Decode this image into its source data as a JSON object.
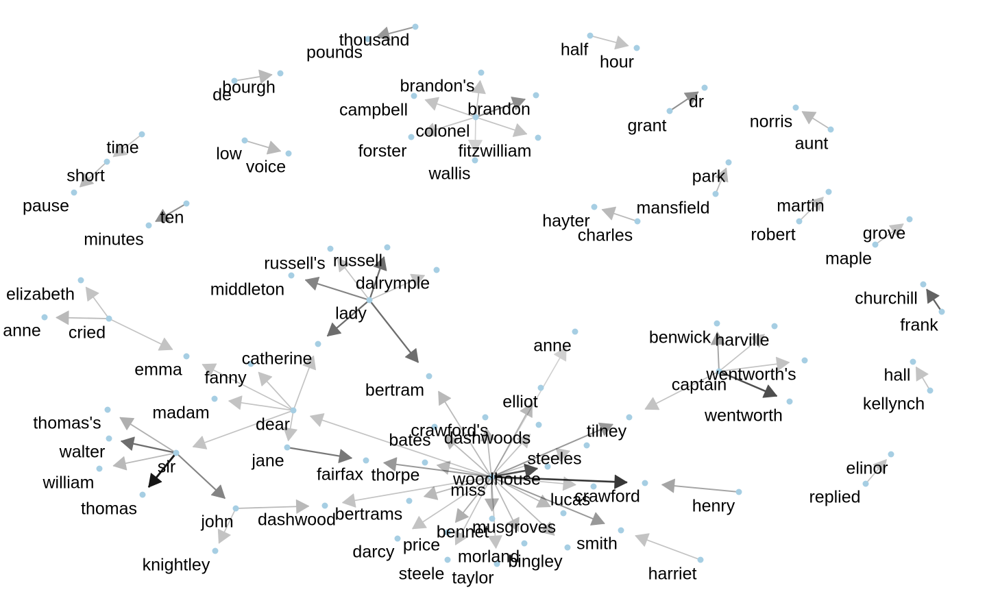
{
  "colors": {
    "background": "#ffffff",
    "edge": "#000000",
    "node": "#a6cee3",
    "label": "#000000"
  },
  "nodes": [
    {
      "id": "thousand",
      "label": "thousand"
    },
    {
      "id": "pounds",
      "label": "pounds"
    },
    {
      "id": "half",
      "label": "half"
    },
    {
      "id": "hour",
      "label": "hour"
    },
    {
      "id": "bourgh",
      "label": "bourgh"
    },
    {
      "id": "de",
      "label": "de"
    },
    {
      "id": "brandons",
      "label": "brandon's"
    },
    {
      "id": "brandon",
      "label": "brandon"
    },
    {
      "id": "campbell",
      "label": "campbell"
    },
    {
      "id": "colonel",
      "label": "colonel"
    },
    {
      "id": "forster",
      "label": "forster"
    },
    {
      "id": "fitzwilliam",
      "label": "fitzwilliam"
    },
    {
      "id": "wallis",
      "label": "wallis"
    },
    {
      "id": "dr",
      "label": "dr"
    },
    {
      "id": "grant",
      "label": "grant"
    },
    {
      "id": "norris",
      "label": "norris"
    },
    {
      "id": "aunt",
      "label": "aunt"
    },
    {
      "id": "time",
      "label": "time"
    },
    {
      "id": "short",
      "label": "short"
    },
    {
      "id": "pause",
      "label": "pause"
    },
    {
      "id": "low",
      "label": "low"
    },
    {
      "id": "voice",
      "label": "voice"
    },
    {
      "id": "park",
      "label": "park"
    },
    {
      "id": "mansfield",
      "label": "mansfield"
    },
    {
      "id": "ten",
      "label": "ten"
    },
    {
      "id": "minutes",
      "label": "minutes"
    },
    {
      "id": "hayter",
      "label": "hayter"
    },
    {
      "id": "charles",
      "label": "charles"
    },
    {
      "id": "martin",
      "label": "martin"
    },
    {
      "id": "robert",
      "label": "robert"
    },
    {
      "id": "grove",
      "label": "grove"
    },
    {
      "id": "maple",
      "label": "maple"
    },
    {
      "id": "russells",
      "label": "russell's"
    },
    {
      "id": "russell",
      "label": "russell"
    },
    {
      "id": "dalrymple",
      "label": "dalrymple"
    },
    {
      "id": "middleton",
      "label": "middleton"
    },
    {
      "id": "lady",
      "label": "lady"
    },
    {
      "id": "elizabeth",
      "label": "elizabeth"
    },
    {
      "id": "anne1",
      "label": "anne"
    },
    {
      "id": "cried",
      "label": "cried"
    },
    {
      "id": "churchill",
      "label": "churchill"
    },
    {
      "id": "frank",
      "label": "frank"
    },
    {
      "id": "emma",
      "label": "emma"
    },
    {
      "id": "fanny",
      "label": "fanny"
    },
    {
      "id": "catherine",
      "label": "catherine"
    },
    {
      "id": "anne2",
      "label": "anne"
    },
    {
      "id": "benwick",
      "label": "benwick"
    },
    {
      "id": "harville",
      "label": "harville"
    },
    {
      "id": "wentworths",
      "label": "wentworth's"
    },
    {
      "id": "captain",
      "label": "captain"
    },
    {
      "id": "wentworth",
      "label": "wentworth"
    },
    {
      "id": "bertram",
      "label": "bertram"
    },
    {
      "id": "hall",
      "label": "hall"
    },
    {
      "id": "kellynch",
      "label": "kellynch"
    },
    {
      "id": "elliot",
      "label": "elliot"
    },
    {
      "id": "madam",
      "label": "madam"
    },
    {
      "id": "dear",
      "label": "dear"
    },
    {
      "id": "thomass",
      "label": "thomas's"
    },
    {
      "id": "crawfords",
      "label": "crawford's"
    },
    {
      "id": "bates",
      "label": "bates"
    },
    {
      "id": "dashwoods",
      "label": "dashwoods"
    },
    {
      "id": "tilney",
      "label": "tilney"
    },
    {
      "id": "walter",
      "label": "walter"
    },
    {
      "id": "sir",
      "label": "sir"
    },
    {
      "id": "jane",
      "label": "jane"
    },
    {
      "id": "steeles",
      "label": "steeles"
    },
    {
      "id": "fairfax",
      "label": "fairfax"
    },
    {
      "id": "thorpe",
      "label": "thorpe"
    },
    {
      "id": "woodhouse",
      "label": "woodhouse"
    },
    {
      "id": "william",
      "label": "william"
    },
    {
      "id": "miss",
      "label": "miss"
    },
    {
      "id": "elinor",
      "label": "elinor"
    },
    {
      "id": "crawford",
      "label": "crawford"
    },
    {
      "id": "lucas",
      "label": "lucas"
    },
    {
      "id": "replied",
      "label": "replied"
    },
    {
      "id": "henry",
      "label": "henry"
    },
    {
      "id": "thomas",
      "label": "thomas"
    },
    {
      "id": "bertrams",
      "label": "bertrams"
    },
    {
      "id": "john",
      "label": "john"
    },
    {
      "id": "dashwood",
      "label": "dashwood"
    },
    {
      "id": "musgroves",
      "label": "musgroves"
    },
    {
      "id": "bennet",
      "label": "bennet"
    },
    {
      "id": "smith",
      "label": "smith"
    },
    {
      "id": "darcy",
      "label": "darcy"
    },
    {
      "id": "price",
      "label": "price"
    },
    {
      "id": "morland",
      "label": "morland"
    },
    {
      "id": "bingley",
      "label": "bingley"
    },
    {
      "id": "knightley",
      "label": "knightley"
    },
    {
      "id": "harriet",
      "label": "harriet"
    },
    {
      "id": "steele",
      "label": "steele"
    },
    {
      "id": "taylor",
      "label": "taylor"
    }
  ],
  "edges": [
    {
      "from": "thousand",
      "to": "pounds",
      "weight": 0.35
    },
    {
      "from": "half",
      "to": "hour",
      "weight": 0.15
    },
    {
      "from": "de",
      "to": "bourgh",
      "weight": 0.2
    },
    {
      "from": "colonel",
      "to": "brandons",
      "weight": 0.15
    },
    {
      "from": "colonel",
      "to": "brandon",
      "weight": 0.4
    },
    {
      "from": "colonel",
      "to": "campbell",
      "weight": 0.15
    },
    {
      "from": "colonel",
      "to": "forster",
      "weight": 0.15
    },
    {
      "from": "colonel",
      "to": "fitzwilliam",
      "weight": 0.15
    },
    {
      "from": "colonel",
      "to": "wallis",
      "weight": 0.1
    },
    {
      "from": "grant",
      "to": "dr",
      "weight": 0.4
    },
    {
      "from": "aunt",
      "to": "norris",
      "weight": 0.2
    },
    {
      "from": "time",
      "to": "short",
      "weight": 0.15
    },
    {
      "from": "short",
      "to": "pause",
      "weight": 0.2
    },
    {
      "from": "low",
      "to": "voice",
      "weight": 0.2
    },
    {
      "from": "mansfield",
      "to": "park",
      "weight": 0.2
    },
    {
      "from": "ten",
      "to": "minutes",
      "weight": 0.4
    },
    {
      "from": "charles",
      "to": "hayter",
      "weight": 0.2
    },
    {
      "from": "robert",
      "to": "martin",
      "weight": 0.15
    },
    {
      "from": "maple",
      "to": "grove",
      "weight": 0.15
    },
    {
      "from": "lady",
      "to": "russells",
      "weight": 0.15
    },
    {
      "from": "lady",
      "to": "russell",
      "weight": 0.55
    },
    {
      "from": "lady",
      "to": "dalrymple",
      "weight": 0.15
    },
    {
      "from": "lady",
      "to": "middleton",
      "weight": 0.45
    },
    {
      "from": "lady",
      "to": "catherine",
      "weight": 0.55
    },
    {
      "from": "lady",
      "to": "bertram",
      "weight": 0.55
    },
    {
      "from": "cried",
      "to": "elizabeth",
      "weight": 0.15
    },
    {
      "from": "cried",
      "to": "anne1",
      "weight": 0.2
    },
    {
      "from": "cried",
      "to": "emma",
      "weight": 0.15
    },
    {
      "from": "frank",
      "to": "churchill",
      "weight": 0.6
    },
    {
      "from": "dear",
      "to": "fanny",
      "weight": 0.15
    },
    {
      "from": "dear",
      "to": "catherine",
      "weight": 0.15
    },
    {
      "from": "dear",
      "to": "madam",
      "weight": 0.15
    },
    {
      "from": "dear",
      "to": "jane",
      "weight": 0.15
    },
    {
      "from": "dear",
      "to": "sir",
      "weight": 0.15
    },
    {
      "from": "dear",
      "to": "emma",
      "weight": 0.15
    },
    {
      "from": "miss",
      "to": "dear",
      "weight": 0.15
    },
    {
      "from": "captain",
      "to": "benwick",
      "weight": 0.3
    },
    {
      "from": "captain",
      "to": "harville",
      "weight": 0.15
    },
    {
      "from": "captain",
      "to": "wentworths",
      "weight": 0.15
    },
    {
      "from": "captain",
      "to": "wentworth",
      "weight": 0.7
    },
    {
      "from": "captain",
      "to": "tilney",
      "weight": 0.15
    },
    {
      "from": "kellynch",
      "to": "hall",
      "weight": 0.15
    },
    {
      "from": "miss",
      "to": "anne2",
      "weight": 0.1
    },
    {
      "from": "miss",
      "to": "elliot",
      "weight": 0.2
    },
    {
      "from": "miss",
      "to": "bertram",
      "weight": 0.2
    },
    {
      "from": "miss",
      "to": "crawfords",
      "weight": 0.2
    },
    {
      "from": "miss",
      "to": "bates",
      "weight": 0.2
    },
    {
      "from": "miss",
      "to": "dashwoods",
      "weight": 0.15
    },
    {
      "from": "miss",
      "to": "tilney",
      "weight": 0.35
    },
    {
      "from": "miss",
      "to": "steeles",
      "weight": 0.15
    },
    {
      "from": "miss",
      "to": "fairfax",
      "weight": 0.35
    },
    {
      "from": "miss",
      "to": "thorpe",
      "weight": 0.2
    },
    {
      "from": "miss",
      "to": "woodhouse",
      "weight": 0.7
    },
    {
      "from": "miss",
      "to": "crawford",
      "weight": 0.8
    },
    {
      "from": "miss",
      "to": "lucas",
      "weight": 0.15
    },
    {
      "from": "miss",
      "to": "bertrams",
      "weight": 0.2
    },
    {
      "from": "miss",
      "to": "dashwood",
      "weight": 0.15
    },
    {
      "from": "miss",
      "to": "musgroves",
      "weight": 0.2
    },
    {
      "from": "miss",
      "to": "bennet",
      "weight": 0.25
    },
    {
      "from": "miss",
      "to": "smith",
      "weight": 0.35
    },
    {
      "from": "miss",
      "to": "darcy",
      "weight": 0.15
    },
    {
      "from": "miss",
      "to": "price",
      "weight": 0.25
    },
    {
      "from": "miss",
      "to": "morland",
      "weight": 0.2
    },
    {
      "from": "miss",
      "to": "bingley",
      "weight": 0.2
    },
    {
      "from": "miss",
      "to": "steele",
      "weight": 0.15
    },
    {
      "from": "miss",
      "to": "taylor",
      "weight": 0.15
    },
    {
      "from": "jane",
      "to": "fairfax",
      "weight": 0.5
    },
    {
      "from": "sir",
      "to": "thomass",
      "weight": 0.25
    },
    {
      "from": "sir",
      "to": "walter",
      "weight": 0.55
    },
    {
      "from": "sir",
      "to": "william",
      "weight": 0.2
    },
    {
      "from": "sir",
      "to": "thomas",
      "weight": 0.95
    },
    {
      "from": "sir",
      "to": "john",
      "weight": 0.45
    },
    {
      "from": "john",
      "to": "dashwood",
      "weight": 0.2
    },
    {
      "from": "john",
      "to": "knightley",
      "weight": 0.15
    },
    {
      "from": "henry",
      "to": "crawford",
      "weight": 0.3
    },
    {
      "from": "harriet",
      "to": "smith",
      "weight": 0.15
    },
    {
      "from": "replied",
      "to": "elinor",
      "weight": 0.15
    }
  ]
}
